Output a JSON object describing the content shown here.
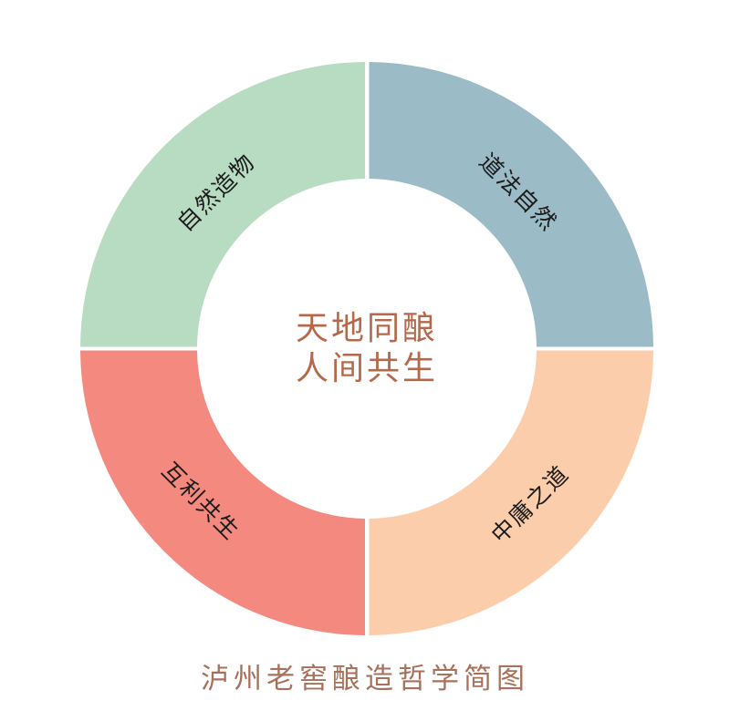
{
  "figure": {
    "title": "泸州老窖酿造哲学简图",
    "center_lines": [
      "天地同酿",
      "人间共生"
    ],
    "background_color": "#ffffff",
    "center_text_color": "#b5694b",
    "caption_color": "#a8715c",
    "label_color": "#1b1b1b"
  },
  "chart_data": {
    "type": "pie",
    "title": "泸州老窖酿造哲学简图",
    "subtitle": "",
    "xlabel": "",
    "ylabel": "",
    "donut": true,
    "inner_radius": 186,
    "outer_radius": 314,
    "center": [
      402,
      382
    ],
    "legend_position": "on-slice",
    "grid": false,
    "categories": [
      "自然造物",
      "道法自然",
      "中庸之道",
      "互利共生"
    ],
    "values": [
      25,
      25,
      25,
      25
    ],
    "value_unit": "%",
    "colors": [
      "#b8dcc2",
      "#9bbcc6",
      "#fbcdab",
      "#f4897f"
    ],
    "slices": [
      {
        "label": "自然造物",
        "value": 25,
        "color": "#b8dcc2",
        "start_angle": 270,
        "end_angle": 360,
        "position": "top-left"
      },
      {
        "label": "道法自然",
        "value": 25,
        "color": "#9bbcc6",
        "start_angle": 0,
        "end_angle": 90,
        "position": "top-right"
      },
      {
        "label": "中庸之道",
        "value": 25,
        "color": "#fbcdab",
        "start_angle": 90,
        "end_angle": 180,
        "position": "bottom-right"
      },
      {
        "label": "互利共生",
        "value": 25,
        "color": "#f4897f",
        "start_angle": 180,
        "end_angle": 270,
        "position": "bottom-left"
      }
    ],
    "annotations": [
      "天地同酿",
      "人间共生"
    ]
  }
}
